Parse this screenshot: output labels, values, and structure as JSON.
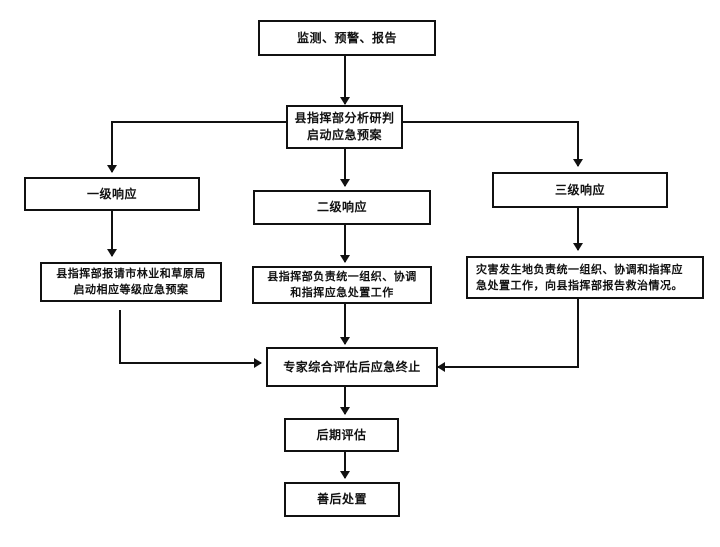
{
  "diagram": {
    "type": "flowchart",
    "nodes": {
      "monitor": {
        "label": "监测、预警、报告"
      },
      "analyze": {
        "line1": "县指挥部分析研判",
        "line2": "启动应急预案"
      },
      "level1": {
        "label": "一级响应"
      },
      "level2": {
        "label": "二级响应"
      },
      "level3": {
        "label": "三级响应"
      },
      "level1_action": {
        "line1": "县指挥部报请市林业和草原局",
        "line2": "启动相应等级应急预案"
      },
      "level2_action": {
        "line1": "县指挥部负责统一组织、协调",
        "line2": "和指挥应急处置工作"
      },
      "level3_action": {
        "line1": "灾害发生地负责统一组织、协调和指挥应",
        "line2": "急处置工作，向县指挥部报告救治情况。"
      },
      "terminate": {
        "label": "专家综合评估后应急终止"
      },
      "post_eval": {
        "label": "后期评估"
      },
      "aftermath": {
        "label": "善后处置"
      }
    },
    "edges": [
      {
        "from": "monitor",
        "to": "analyze"
      },
      {
        "from": "analyze",
        "to": "level1"
      },
      {
        "from": "analyze",
        "to": "level2"
      },
      {
        "from": "analyze",
        "to": "level3"
      },
      {
        "from": "level1",
        "to": "level1_action"
      },
      {
        "from": "level2",
        "to": "level2_action"
      },
      {
        "from": "level3",
        "to": "level3_action"
      },
      {
        "from": "level1_action",
        "to": "terminate"
      },
      {
        "from": "level2_action",
        "to": "terminate"
      },
      {
        "from": "level3_action",
        "to": "terminate"
      },
      {
        "from": "terminate",
        "to": "post_eval"
      },
      {
        "from": "post_eval",
        "to": "aftermath"
      }
    ]
  }
}
